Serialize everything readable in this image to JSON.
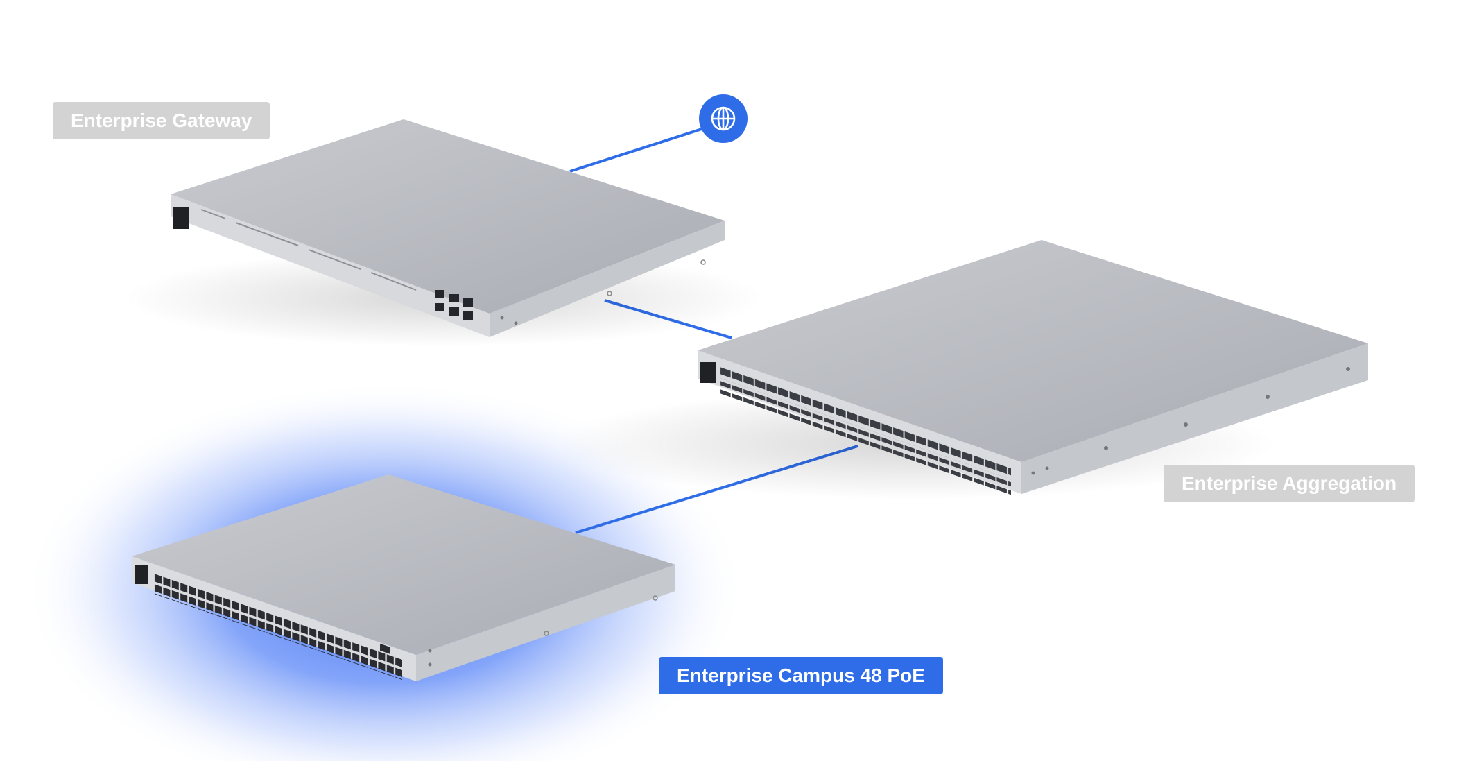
{
  "devices": [
    {
      "id": "gateway",
      "label": "Enterprise Gateway",
      "state": "inactive"
    },
    {
      "id": "aggregation",
      "label": "Enterprise Aggregation",
      "state": "inactive"
    },
    {
      "id": "campus",
      "label": "Enterprise Campus 48 PoE",
      "state": "active"
    }
  ],
  "icons": {
    "internet": "globe-icon"
  },
  "colors": {
    "accent": "#2f6de8",
    "label_inactive": "#d3d3d3",
    "device_body": "#b9bcc2",
    "device_front": "#d2d4d8",
    "glow": "#4f7ef5"
  }
}
